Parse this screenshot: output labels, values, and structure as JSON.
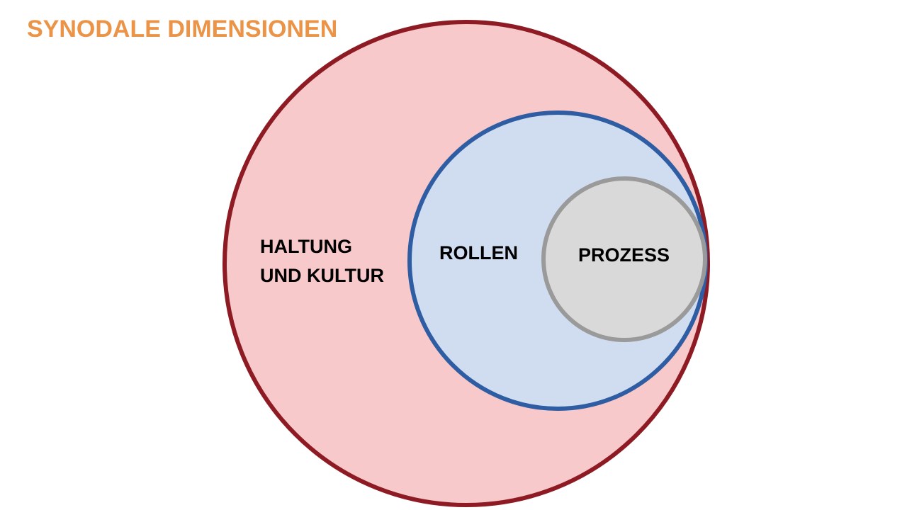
{
  "title": "SYNODALE DIMENSIONEN",
  "circles": {
    "outer": {
      "line1": "HALTUNG",
      "line2": "UND KULTUR",
      "fill": "#F7C9CA",
      "stroke": "#8E1B24"
    },
    "middle": {
      "label": "ROLLEN",
      "fill": "#D0DDF0",
      "stroke": "#2E5DA3"
    },
    "inner": {
      "label": "PROZESS",
      "fill": "#D9D9D9",
      "stroke": "#9A9A9A"
    }
  }
}
